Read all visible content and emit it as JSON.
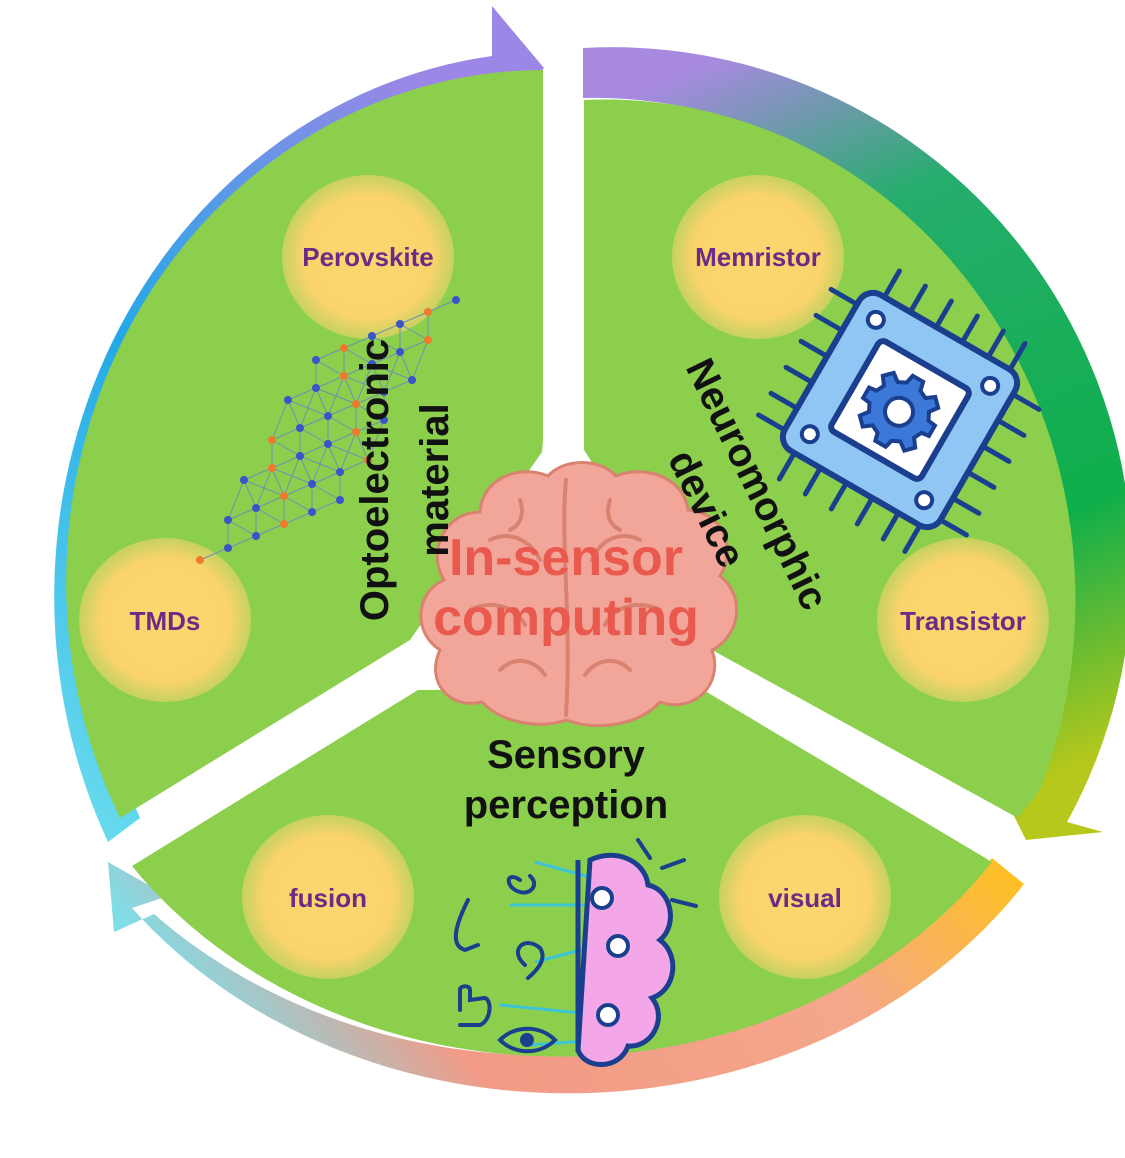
{
  "center": {
    "line1": "In-sensor",
    "line2": "computing"
  },
  "sectors": {
    "material": {
      "title_line1": "Optoelectronic",
      "title_line2": "material"
    },
    "device": {
      "title_line1": "Neuromorphic",
      "title_line2": "device"
    },
    "perception": {
      "title_line1": "Sensory",
      "title_line2": "perception"
    }
  },
  "bubbles": {
    "perovskite": "Perovskite",
    "tmds": "TMDs",
    "memristor": "Memristor",
    "transistor": "Transistor",
    "fusion": "fusion",
    "visual": "visual"
  },
  "colors": {
    "sector_fill": "#8ccf4d",
    "bubble_fill": "#fbd36b",
    "bubble_text": "#6a2c86",
    "center_text": "#e9594d",
    "brain_fill": "#f2a69a",
    "arc_left": "#23a9e8",
    "arc_right": "#0fae4b",
    "arc_bottom": "#f29a86"
  },
  "icons": {
    "lattice": "crystal-lattice-icon",
    "chip": "chip-gear-icon",
    "senses": "senses-brain-icon",
    "brain": "brain-icon"
  }
}
